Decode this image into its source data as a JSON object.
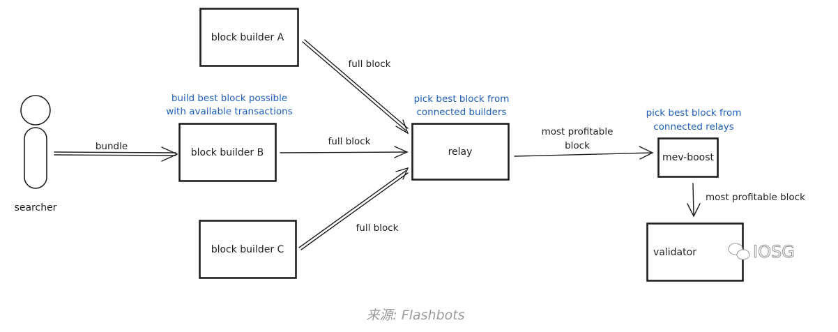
{
  "nodes": {
    "builder_a": "block builder A",
    "builder_b": "block builder B",
    "builder_c": "block builder C",
    "relay": "relay",
    "mev_boost": "mev-boost",
    "validator": "validator",
    "searcher": "searcher"
  },
  "edges": {
    "bundle": "bundle",
    "full_block_a": "full block",
    "full_block_b": "full block",
    "full_block_c": "full block",
    "relay_to_boost_line1": "most profitable",
    "relay_to_boost_line2": "block",
    "boost_to_validator": "most profitable block"
  },
  "notes": {
    "builder_note_line1": "build best block possible",
    "builder_note_line2": "with available transactions",
    "relay_note_line1": "pick best block from",
    "relay_note_line2": "connected builders",
    "boost_note_line1": "pick best block from",
    "boost_note_line2": "connected relays"
  },
  "caption": "来源: Flashbots",
  "watermark": "IOSG",
  "colors": {
    "ink": "#1e1e1e",
    "note": "#1f5fb8",
    "caption": "#9a9a9a"
  }
}
